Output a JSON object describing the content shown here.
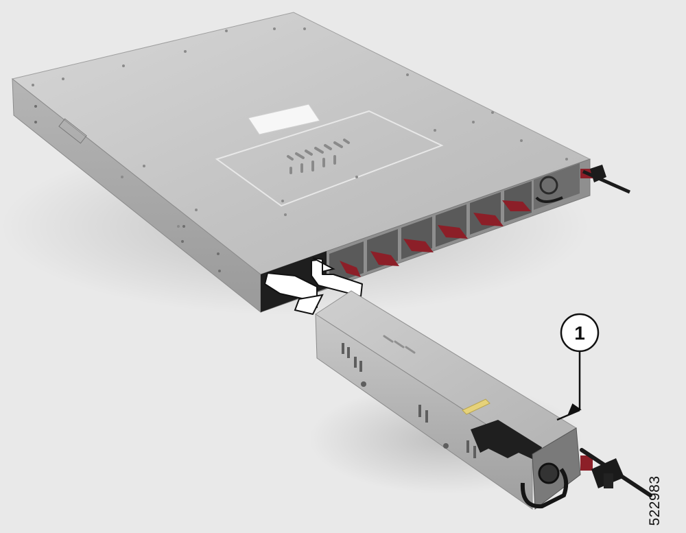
{
  "figure": {
    "figure_id": "522983",
    "callouts": [
      {
        "label": "1"
      }
    ]
  },
  "colors": {
    "background": "#e9e9e9",
    "chassis_top": "#c4c4c4",
    "chassis_front": "#a9a9a9",
    "psu_body": "#bcbcbc",
    "latch_red": "#8c1f28",
    "arrow_fill": "#ffffff",
    "ink": "#111111"
  },
  "icons": [
    "insert-arrow-icon",
    "remove-arrow-icon",
    "cisco-logo-icon"
  ],
  "chassis_modules": {
    "fan_modules": 6,
    "power_supply_bays": 2
  }
}
